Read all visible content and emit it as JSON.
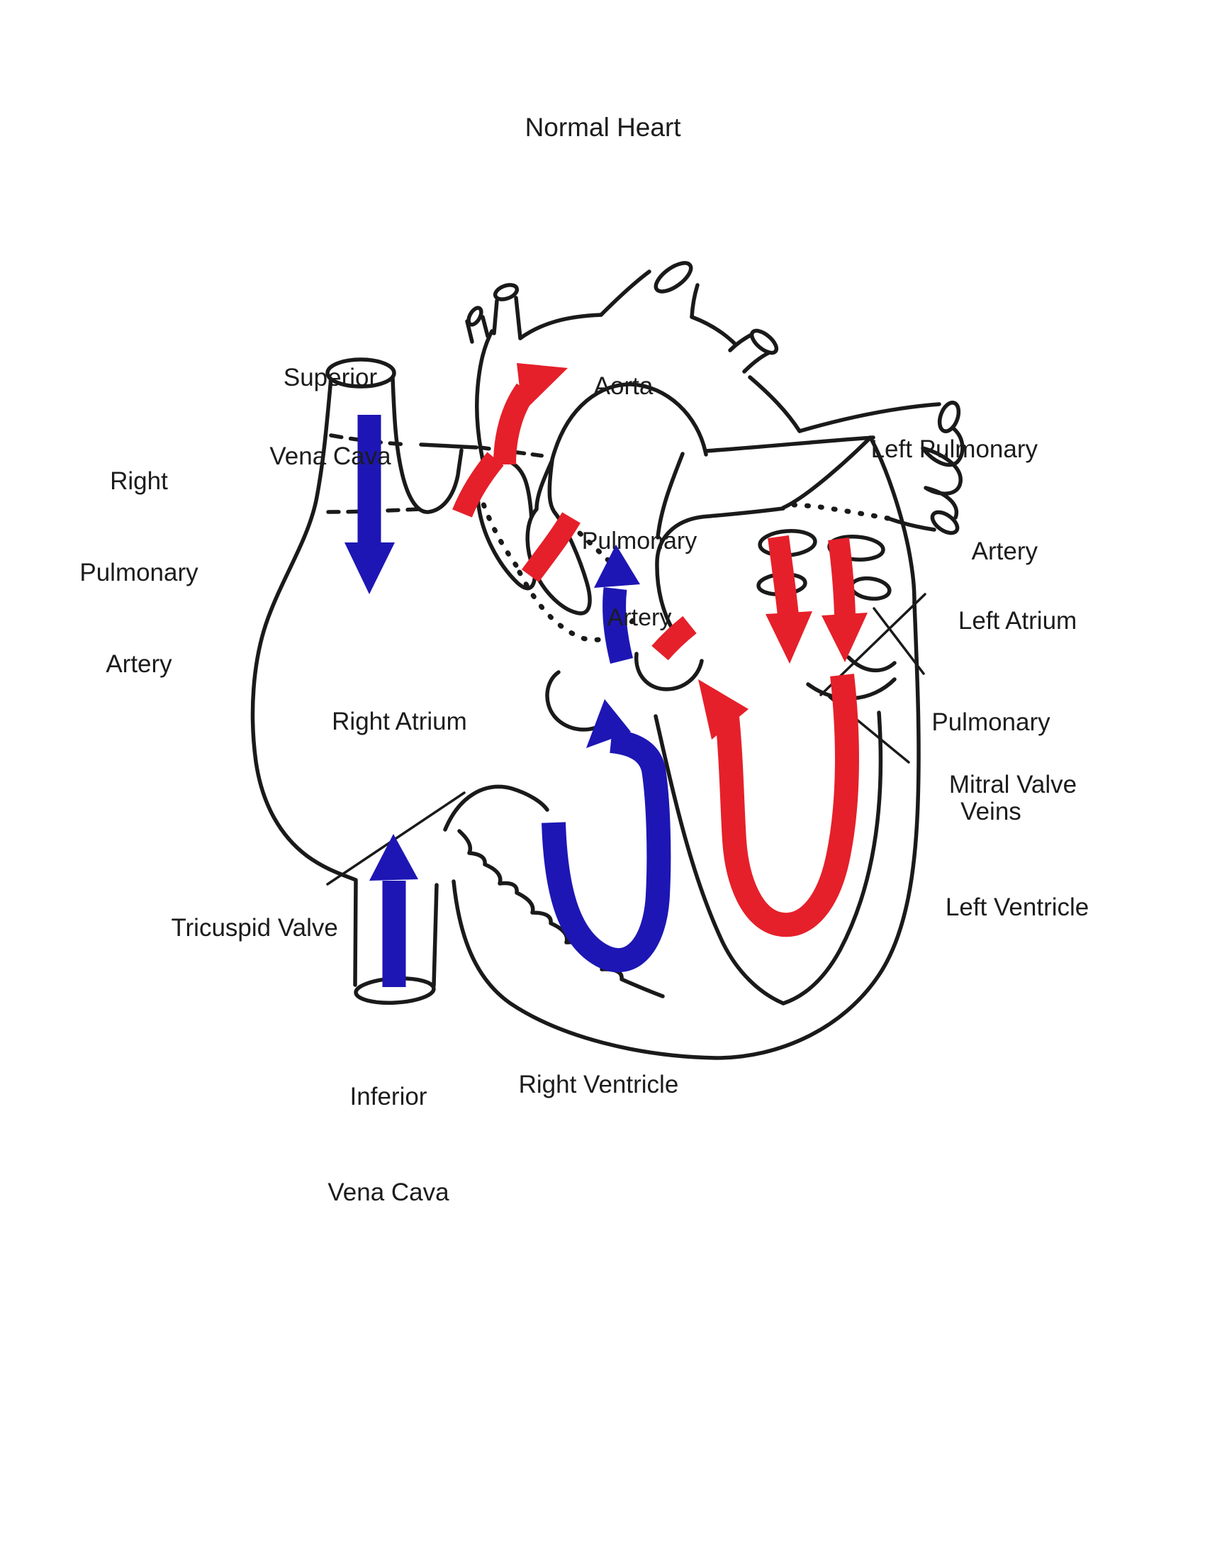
{
  "title": "Normal Heart",
  "colors": {
    "oxygenated_flow": "#e5202a",
    "deoxygenated_flow": "#1d16b4",
    "outline": "#1a1a1a",
    "background": "#ffffff"
  },
  "labels": {
    "superior_vena_cava": {
      "l1": "Superior",
      "l2": "Vena Cava"
    },
    "right_pulmonary_artery": {
      "l1": "Right",
      "l2": "Pulmonary",
      "l3": "Artery"
    },
    "aorta": {
      "l1": "Aorta"
    },
    "left_pulmonary_artery": {
      "l1": "Left Pulmonary",
      "l2": "Artery"
    },
    "pulmonary_artery": {
      "l1": "Pulmonary",
      "l2": "Artery"
    },
    "left_atrium": {
      "l1": "Left Atrium"
    },
    "pulmonary_veins": {
      "l1": "Pulmonary",
      "l2": "Veins"
    },
    "mitral_valve": {
      "l1": "Mitral Valve"
    },
    "right_atrium": {
      "l1": "Right Atrium"
    },
    "left_ventricle": {
      "l1": "Left Ventricle"
    },
    "tricuspid_valve": {
      "l1": "Tricuspid Valve"
    },
    "inferior_vena_cava": {
      "l1": "Inferior",
      "l2": "Vena Cava"
    },
    "right_ventricle": {
      "l1": "Right Ventricle"
    }
  },
  "arrows": [
    {
      "name": "svc-inflow-arrow",
      "color": "#1d16b4",
      "direction": "down",
      "meaning": "deoxygenated blood entering right atrium from superior vena cava"
    },
    {
      "name": "ivc-inflow-arrow",
      "color": "#1d16b4",
      "direction": "up",
      "meaning": "deoxygenated blood entering right atrium from inferior vena cava"
    },
    {
      "name": "right-ventricle-loop-arrow",
      "color": "#1d16b4",
      "direction": "u-turn-up",
      "meaning": "deoxygenated blood through tricuspid valve into right ventricle"
    },
    {
      "name": "pulmonary-valve-arrow",
      "color": "#1d16b4",
      "direction": "up",
      "meaning": "deoxygenated blood out pulmonary artery"
    },
    {
      "name": "pulmonary-vein-arrow-left",
      "color": "#e5202a",
      "direction": "down",
      "meaning": "oxygenated blood from pulmonary veins into left atrium"
    },
    {
      "name": "pulmonary-vein-arrow-right",
      "color": "#e5202a",
      "direction": "down",
      "meaning": "oxygenated blood from pulmonary veins into left atrium"
    },
    {
      "name": "left-ventricle-loop-arrow",
      "color": "#e5202a",
      "direction": "u-turn-up",
      "meaning": "oxygenated blood through mitral valve around left ventricle"
    },
    {
      "name": "aortic-outflow-arrow",
      "color": "#e5202a",
      "direction": "up",
      "meaning": "oxygenated blood out the aorta (hidden segments dashed)"
    }
  ]
}
